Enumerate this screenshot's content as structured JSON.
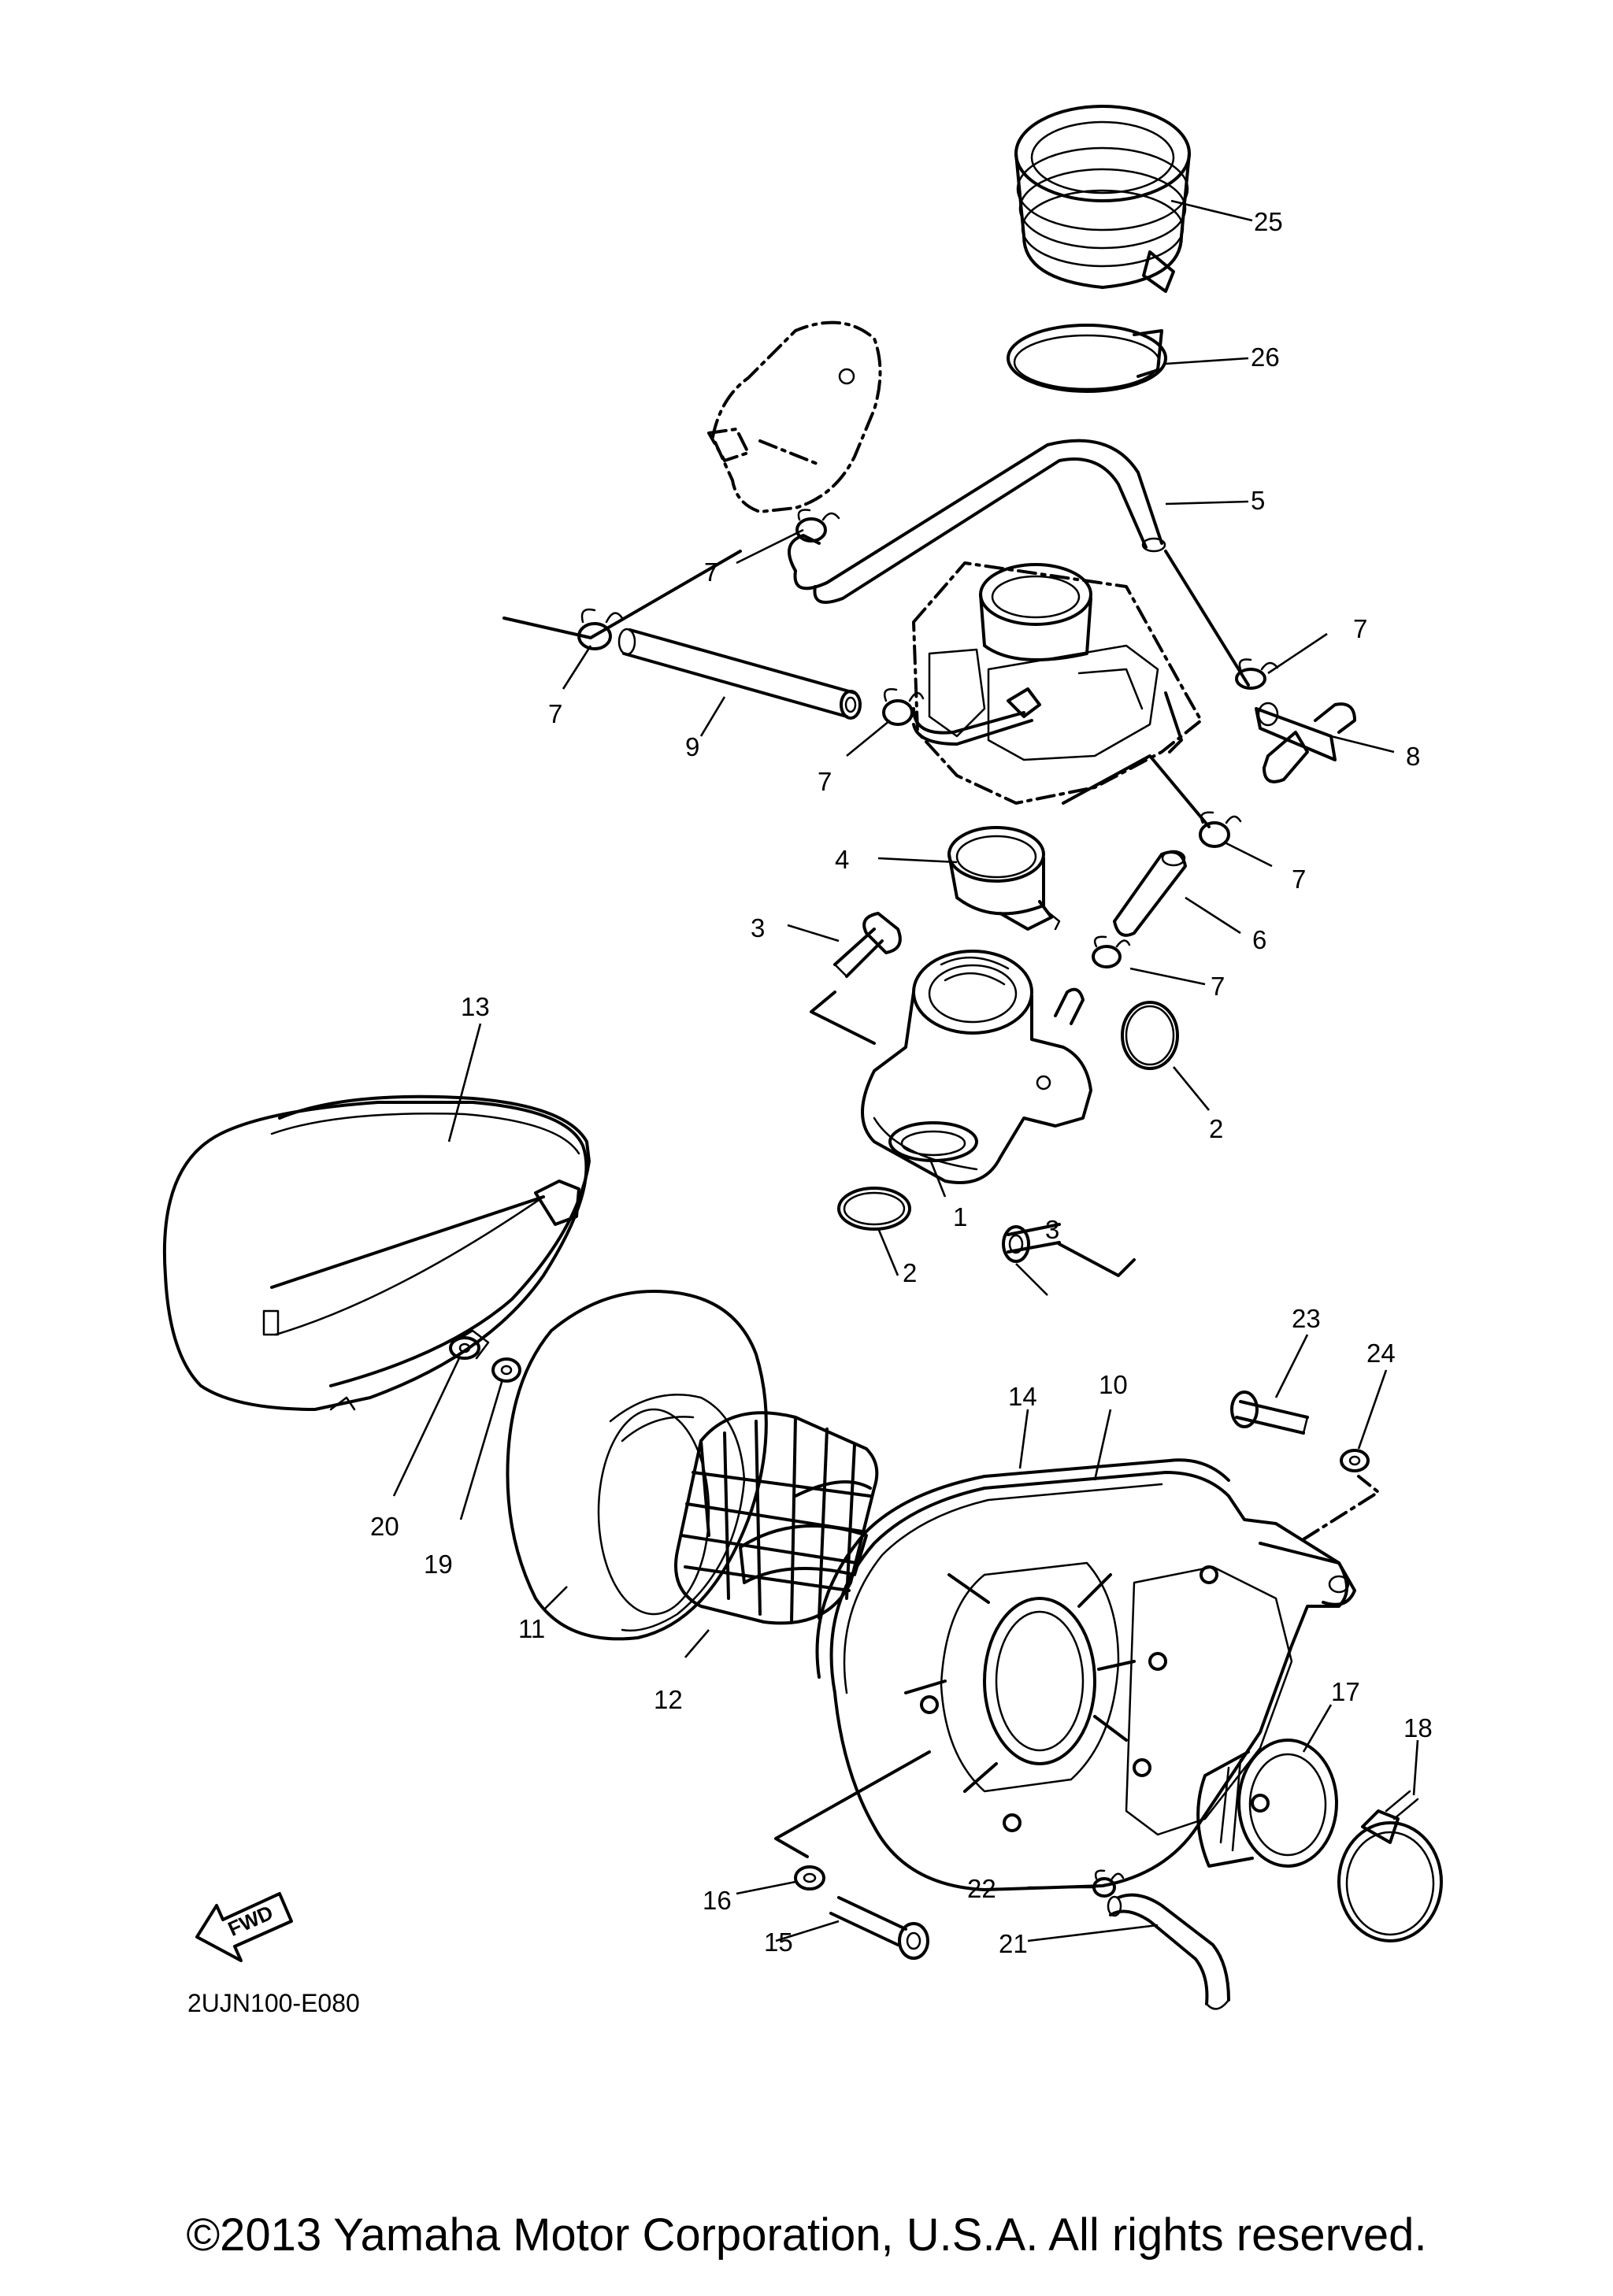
{
  "diagram": {
    "code": "2UJN100-E080",
    "fwd_label": "FWD",
    "copyright": "©2013 Yamaha Motor Corporation, U.S.A. All rights reserved.",
    "callouts": [
      "25",
      "26",
      "5",
      "7",
      "7",
      "7",
      "9",
      "7",
      "8",
      "7",
      "4",
      "6",
      "3",
      "7",
      "13",
      "2",
      "1",
      "3",
      "2",
      "23",
      "24",
      "14",
      "10",
      "20",
      "19",
      "11",
      "12",
      "17",
      "18",
      "16",
      "22",
      "15",
      "21"
    ]
  }
}
